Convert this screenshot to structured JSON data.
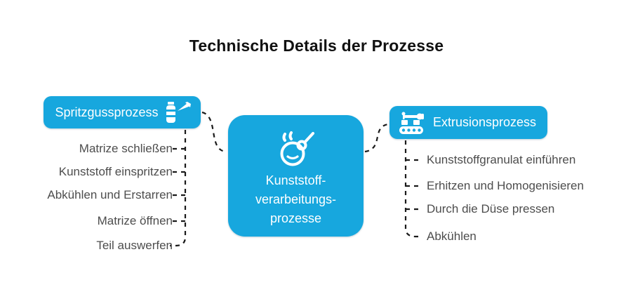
{
  "title": "Technische Details der Prozesse",
  "colors": {
    "node_blue": "#17a7de",
    "item_gray": "#4d4d4d",
    "line_dark": "#1a1a1a",
    "node_text": "#ffffff",
    "background": "#ffffff"
  },
  "center_node": {
    "icon": "melting-pot-icon",
    "label_lines": [
      "Kunststoff-",
      "verarbeitungs-",
      "prozesse"
    ]
  },
  "left_branch": {
    "label": "Spritzgussprozess",
    "icon": "injection-molding-icon",
    "items": [
      "Matrize schließen",
      "Kunststoff einspritzen",
      "Abkühlen und Erstarren",
      "Matrize öffnen",
      "Teil auswerfen"
    ]
  },
  "right_branch": {
    "label": "Extrusionsprozess",
    "icon": "extruder-machine-icon",
    "items": [
      "Kunststoffgranulat einführen",
      "Erhitzen und Homogenisieren",
      "Durch die Düse pressen",
      "Abkühlen"
    ]
  }
}
